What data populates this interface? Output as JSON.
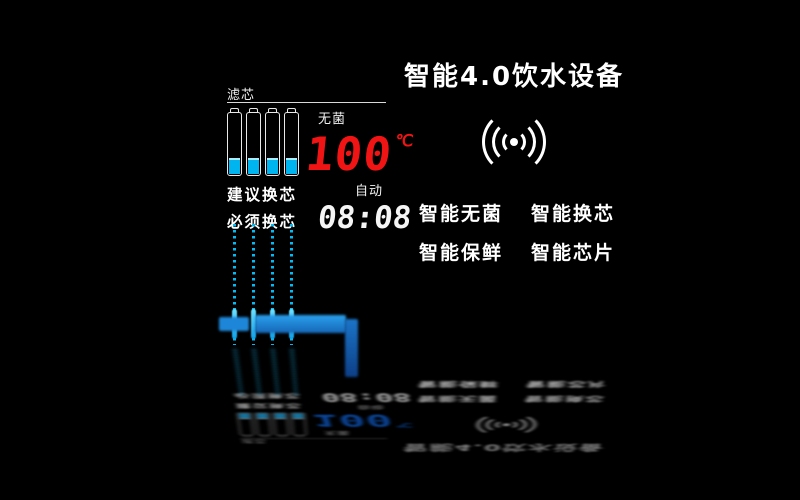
{
  "title": "智能4.0饮水设备",
  "filter_panel": {
    "label": "滤芯",
    "filter_count": 4,
    "advice_line1": "建议换芯",
    "advice_line2": "必须换芯"
  },
  "status": {
    "sterile_label": "无菌",
    "temperature_value": "100",
    "temperature_unit": "℃",
    "mode_label": "自动",
    "time_value": "08:08"
  },
  "features": {
    "items": [
      {
        "label": "智能无菌"
      },
      {
        "label": "智能换芯"
      },
      {
        "label": "智能保鲜"
      },
      {
        "label": "智能芯片"
      }
    ]
  },
  "icons": {
    "broadcast": "broadcast-signal-icon"
  },
  "colors": {
    "background": "#000000",
    "text_white": "#ffffff",
    "accent_cyan": "#00b4f0",
    "temperature_red": "#f01414",
    "reflection_blue": "#1d8fe0"
  }
}
